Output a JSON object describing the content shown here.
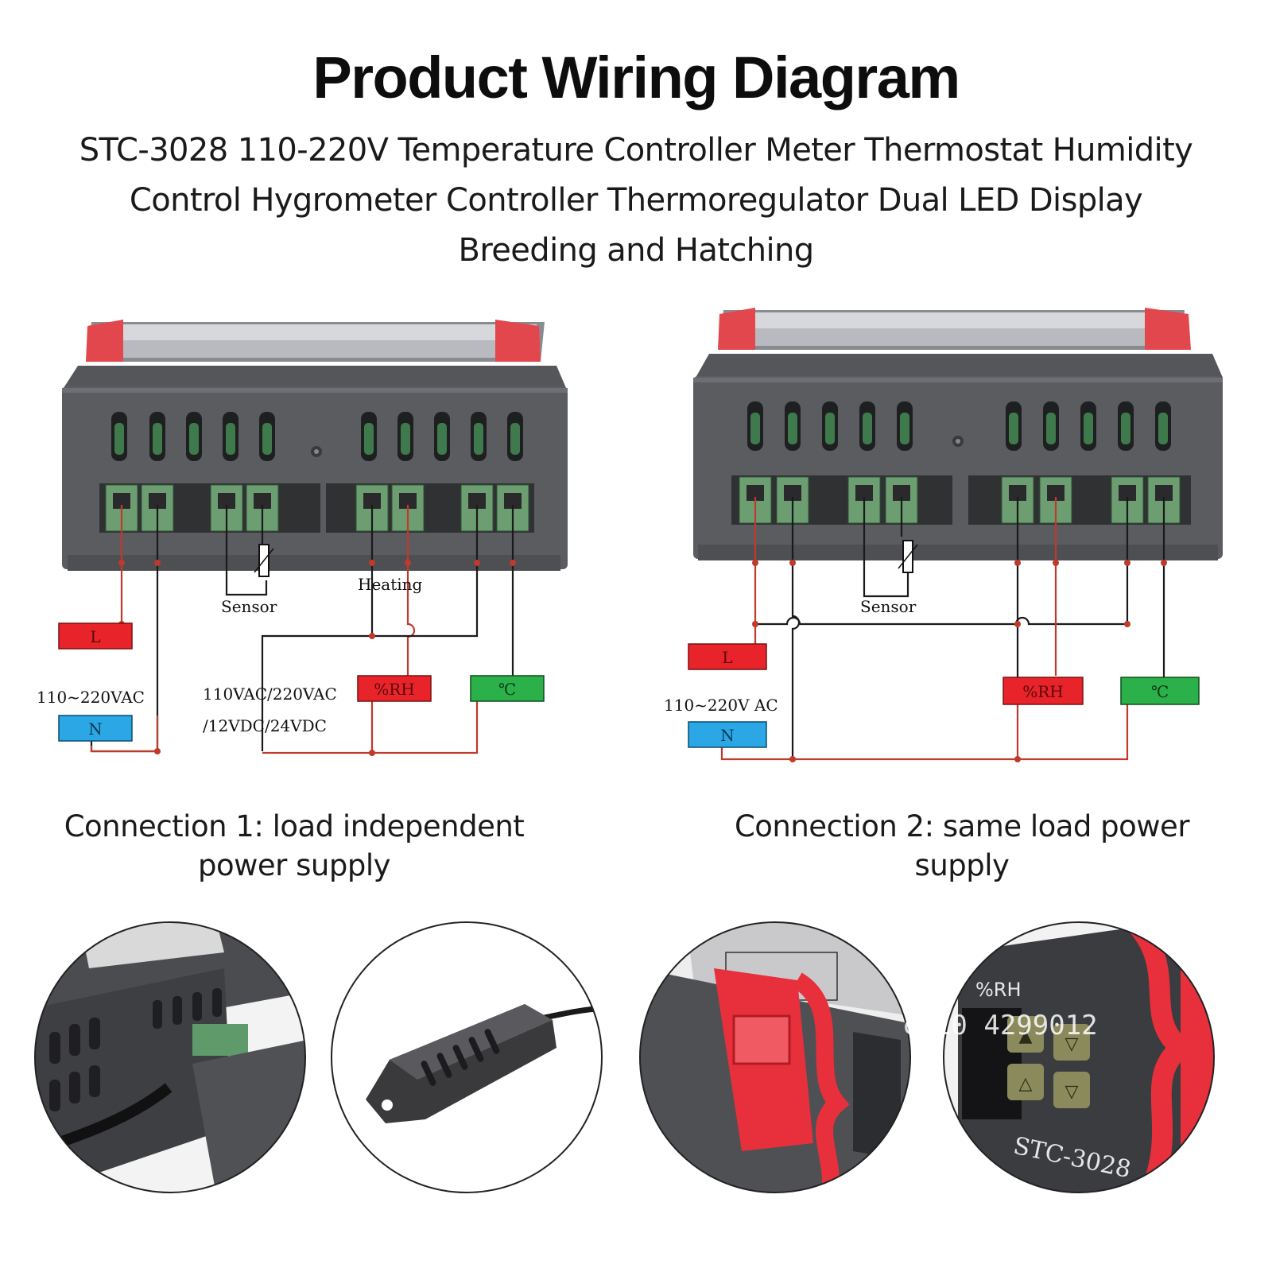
{
  "header": {
    "title": "Product Wiring Diagram",
    "subtitle_lines": [
      "STC-3028 110-220V Temperature Controller Meter Thermostat Humidity",
      "Control Hygrometer Controller Thermoregulator Dual LED Display",
      "Breeding and Hatching"
    ]
  },
  "diagram1": {
    "label_L": "L",
    "label_N": "N",
    "label_voltage": "110~220VAC",
    "label_sensor": "Sensor",
    "label_heating": "Heating",
    "label_load_v1": "110VAC/220VAC",
    "label_load_v2": "/12VDC/24VDC",
    "label_rh": "%RH",
    "label_c": "℃",
    "caption_lines": [
      "Connection 1: load independent",
      "power supply"
    ]
  },
  "diagram2": {
    "label_L": "L",
    "label_N": "N",
    "label_voltage": "110~220V AC",
    "label_sensor": "Sensor",
    "label_rh": "%RH",
    "label_c": "℃",
    "caption_lines": [
      "Connection 2: same load power",
      "supply"
    ]
  },
  "photos": {
    "watermark": "cn10  4299012",
    "panel_rh": "%RH",
    "model": "STC-3028"
  },
  "colors": {
    "red_box": "#e8242a",
    "blue_box": "#2aa7e4",
    "green_box": "#2bb04a",
    "housing": "#5b5c60",
    "terminal": "#6c9e72",
    "clip": "#e2474d",
    "wire_red": "#c0392b",
    "wire_black": "#1a1a1a"
  }
}
